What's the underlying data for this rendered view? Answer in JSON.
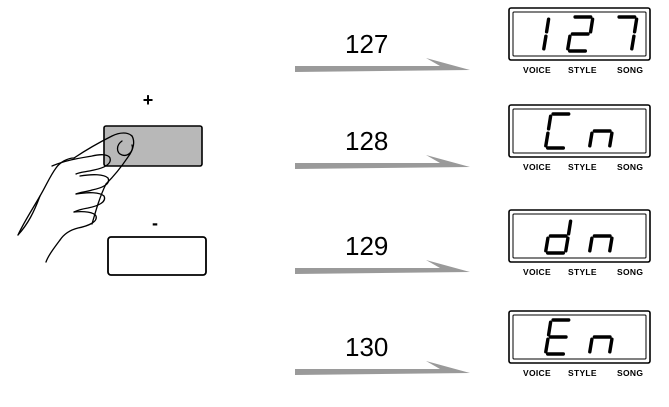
{
  "plus_symbol": "+",
  "minus_symbol": "-",
  "display_labels": [
    "VOICE",
    "STYLE",
    "SONG"
  ],
  "rows": [
    {
      "value": "127",
      "display": "127"
    },
    {
      "value": "128",
      "display": "Cn"
    },
    {
      "value": "129",
      "display": "dn"
    },
    {
      "value": "130",
      "display": "En"
    }
  ],
  "colors": {
    "arrow": "#9a9a9a",
    "plus_button_fill": "#b8b8b8",
    "outline": "#000000"
  }
}
